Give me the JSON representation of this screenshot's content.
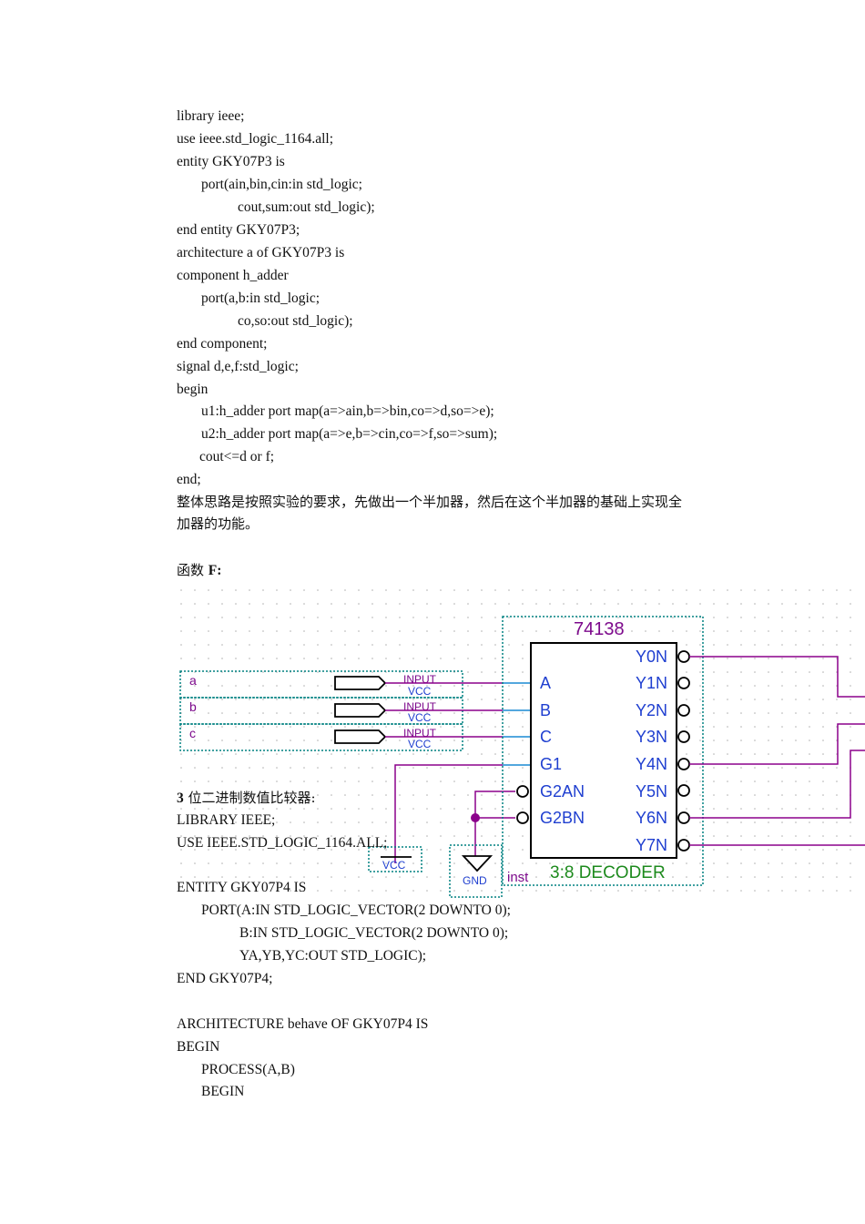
{
  "vhdl_full_adder": {
    "lines": [
      "library ieee;",
      "use ieee.std_logic_1164.all;",
      "entity GKY07P3 is",
      "port(ain,bin,cin:in std_logic;",
      "cout,sum:out std_logic);",
      "end entity GKY07P3;",
      "architecture a of GKY07P3 is",
      "component h_adder",
      "port(a,b:in std_logic;",
      "co,so:out std_logic);",
      "end component;",
      "signal d,e,f:std_logic;",
      "begin",
      "u1:h_adder port map(a=>ain,b=>bin,co=>d,so=>e);",
      "u2:h_adder port map(a=>e,b=>cin,co=>f,so=>sum);",
      "cout<=d or f;",
      "end;"
    ]
  },
  "description": {
    "line1": "整体思路是按照实验的要求，先做出一个半加器，然后在这个半加器的基础上实现全",
    "line2": "加器的功能。"
  },
  "function_heading": {
    "prefix": "函数 ",
    "name": "F:"
  },
  "schematic": {
    "chip_title": "74138",
    "chip_subtitle": "3:8 DECODER",
    "instance_label": "inst",
    "inputs": [
      {
        "name": "a",
        "type": "INPUT",
        "supply": "VCC"
      },
      {
        "name": "b",
        "type": "INPUT",
        "supply": "VCC"
      },
      {
        "name": "c",
        "type": "INPUT",
        "supply": "VCC"
      }
    ],
    "left_pins": [
      "A",
      "B",
      "C",
      "G1",
      "G2AN",
      "G2BN"
    ],
    "right_pins": [
      "Y0N",
      "Y1N",
      "Y2N",
      "Y3N",
      "Y4N",
      "Y5N",
      "Y6N",
      "Y7N"
    ],
    "vcc_label": "VCC",
    "gnd_label": "GND",
    "colors": {
      "input_box": "#008080",
      "input_label": "#7d0a8c",
      "vcc_text": "#1f3fd0",
      "pin_text": "#1f3fd0",
      "chip_title": "#7d0a8c",
      "decoder_text": "#1d8a1d",
      "wire_purple": "#8b008b",
      "wire_blue": "#1a8ad4",
      "grid_dot": "#b0b0b0"
    }
  },
  "vhdl_comparator": {
    "heading_num": "3",
    "heading_text": " 位二进制数值比较器:",
    "lines": [
      "LIBRARY IEEE;",
      "USE IEEE.STD_LOGIC_1164.ALL;",
      "",
      "ENTITY GKY07P4 IS",
      "PORT(A:IN STD_LOGIC_VECTOR(2 DOWNTO 0);",
      "B:IN STD_LOGIC_VECTOR(2 DOWNTO 0);",
      "YA,YB,YC:OUT STD_LOGIC);",
      "END GKY07P4;",
      "",
      "ARCHITECTURE behave OF GKY07P4 IS",
      "BEGIN",
      "PROCESS(A,B)",
      "BEGIN"
    ]
  }
}
